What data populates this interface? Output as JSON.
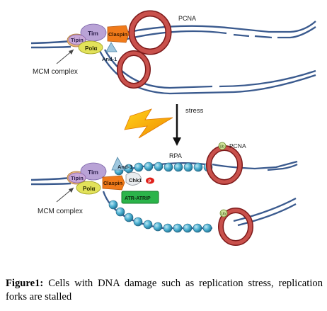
{
  "diagram": {
    "top": {
      "pcna": "PCNA",
      "tim": "Tim",
      "tipin": "Tipin",
      "claspin": "Claspin",
      "pola": "Polα",
      "and1": "And-1",
      "mcm": "MCM complex"
    },
    "stress": "stress",
    "bottom": {
      "pcna": "PCNA",
      "rpa": "RPA",
      "ub1": "Ub",
      "ub2": "Ub",
      "tim": "Tim",
      "tipin": "Tipin",
      "claspin": "Claspin",
      "pola": "Polα",
      "and1": "And-1",
      "chk1": "Chk1",
      "p": "P",
      "atr": "ATR-ATRIP",
      "mcm": "MCM complex"
    }
  },
  "caption": {
    "label": "Figure1:",
    "text": " Cells with DNA damage such as replication stress, replication forks are stalled"
  }
}
